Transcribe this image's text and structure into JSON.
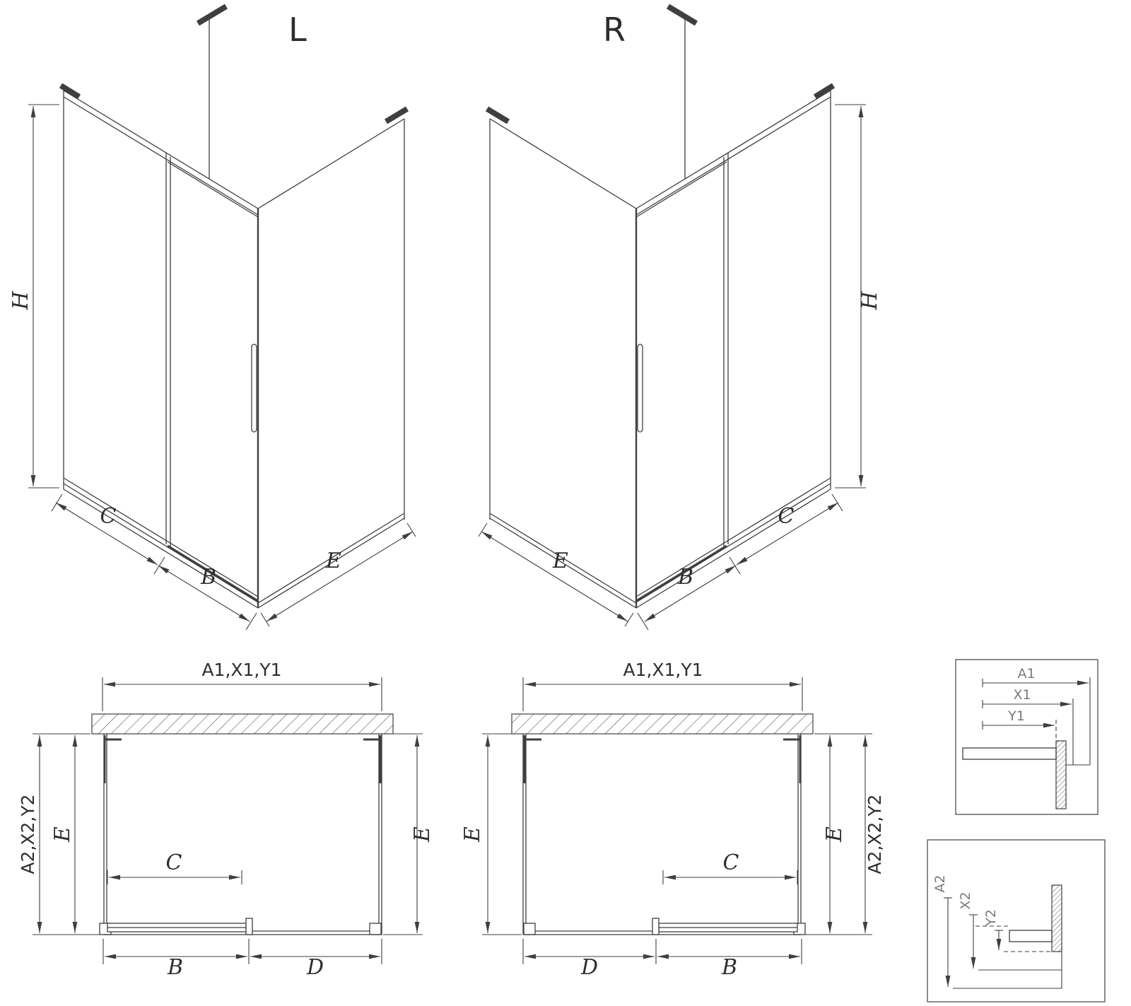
{
  "drawing": {
    "stroke_color": "#3f3f3f",
    "hatch_color": "#4a4a4a",
    "detail_label_color": "#7a7a7a",
    "background": "#ffffff"
  },
  "iso_left": {
    "title": "L",
    "dim_height": "H",
    "dim_c": "C",
    "dim_b": "B",
    "dim_e": "E"
  },
  "iso_right": {
    "title": "R",
    "dim_height": "H",
    "dim_c": "C",
    "dim_b": "B",
    "dim_e": "E"
  },
  "plan_left": {
    "dim_width_top": "A1,X1,Y1",
    "dim_depth_outer": "A2,X2,Y2",
    "dim_depth_left": "E",
    "dim_depth_right": "E",
    "dim_c": "C",
    "dim_b": "B",
    "dim_d": "D"
  },
  "plan_right": {
    "dim_width_top": "A1,X1,Y1",
    "dim_depth_outer": "A2,X2,Y2",
    "dim_depth_left": "E",
    "dim_depth_right": "E",
    "dim_c": "C",
    "dim_b": "B",
    "dim_d": "D"
  },
  "detail_top": {
    "dim_a1": "A1",
    "dim_x1": "X1",
    "dim_y1": "Y1"
  },
  "detail_bottom": {
    "dim_a2": "A2",
    "dim_x2": "X2",
    "dim_y2": "Y2"
  }
}
